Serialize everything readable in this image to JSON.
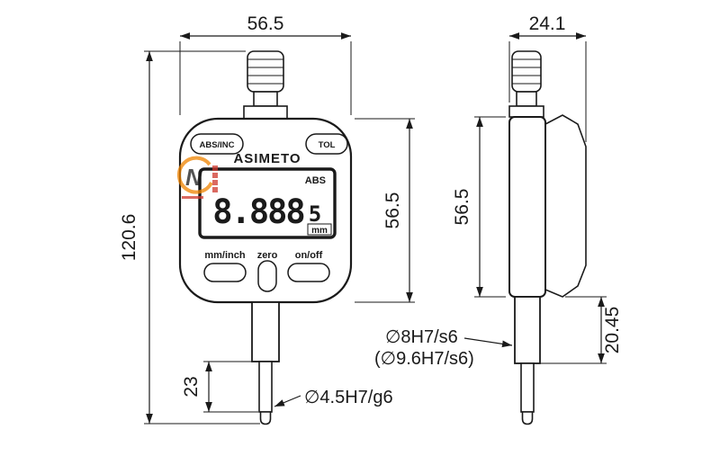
{
  "front": {
    "dim_top": "56.5",
    "dim_left": "120.6",
    "dim_right": "56.5",
    "dim_stem": "23",
    "spindle_note": "∅4.5H7/g6",
    "brand": "ASIMETO",
    "btn_abs_inc": "ABS/INC",
    "btn_tol": "TOL",
    "btn_mm_inch": "mm/inch",
    "btn_zero": "zero",
    "btn_on_off": "on/off",
    "lcd_mode": "ABS",
    "lcd_digits": "8.888",
    "lcd_half_digit": "5",
    "lcd_unit": "mm"
  },
  "side": {
    "dim_top": "24.1",
    "dim_height": "56.5",
    "dim_stem": "20.45",
    "stem_note_line1": "∅8H7/s6",
    "stem_note_line2": "(∅9.6H7/s6)"
  },
  "watermark": {
    "logo": "N"
  },
  "colors": {
    "line": "#1a1a1a",
    "watermark_orange": "#f08400",
    "watermark_red": "#d0372d"
  }
}
